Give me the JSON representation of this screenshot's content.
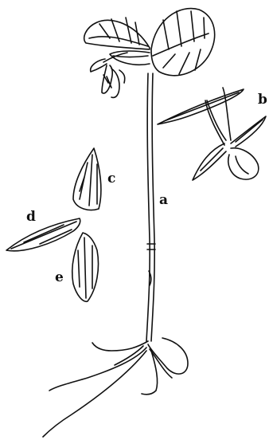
{
  "labels": {
    "a": "a",
    "b": "b",
    "c": "c",
    "d": "d",
    "e": "e"
  },
  "colors": {
    "ink": "#111111",
    "paper": "#ffffff"
  }
}
